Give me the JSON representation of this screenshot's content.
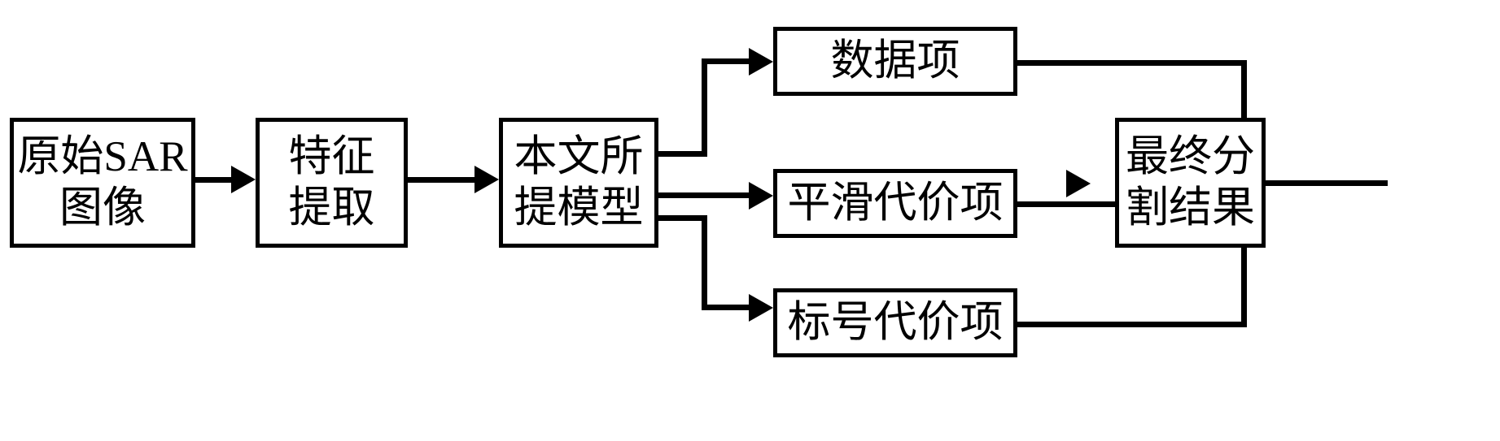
{
  "diagram": {
    "title": "SAR image segmentation flowchart",
    "background_color": "#ffffff",
    "stroke_color": "#000000",
    "nodes": [
      {
        "id": "source",
        "lines": [
          "原始SAR",
          "图像"
        ]
      },
      {
        "id": "feature",
        "lines": [
          "特征",
          "提取"
        ]
      },
      {
        "id": "model",
        "lines": [
          "本文所",
          "提模型"
        ]
      },
      {
        "id": "data_term",
        "lines": [
          "数据项"
        ]
      },
      {
        "id": "smooth_term",
        "lines": [
          "平滑代价项"
        ]
      },
      {
        "id": "label_term",
        "lines": [
          "标号代价项"
        ]
      },
      {
        "id": "result",
        "lines": [
          "最终分",
          "割结果"
        ]
      }
    ],
    "edges": [
      {
        "id": "e1",
        "from": "source",
        "to": "feature",
        "style": "straight-arrow"
      },
      {
        "id": "e2",
        "from": "feature",
        "to": "model",
        "style": "straight-arrow"
      },
      {
        "id": "e3",
        "from": "model",
        "to": "data_term",
        "style": "elbow-up-arrow"
      },
      {
        "id": "e4",
        "from": "model",
        "to": "smooth_term",
        "style": "straight-arrow"
      },
      {
        "id": "e5",
        "from": "model",
        "to": "label_term",
        "style": "elbow-down-arrow"
      },
      {
        "id": "e6",
        "from": "data_term",
        "to": "result",
        "style": "merge-bus"
      },
      {
        "id": "e7",
        "from": "smooth_term",
        "to": "result",
        "style": "merge-bus-arrow"
      },
      {
        "id": "e8",
        "from": "label_term",
        "to": "result",
        "style": "merge-bus"
      }
    ]
  }
}
